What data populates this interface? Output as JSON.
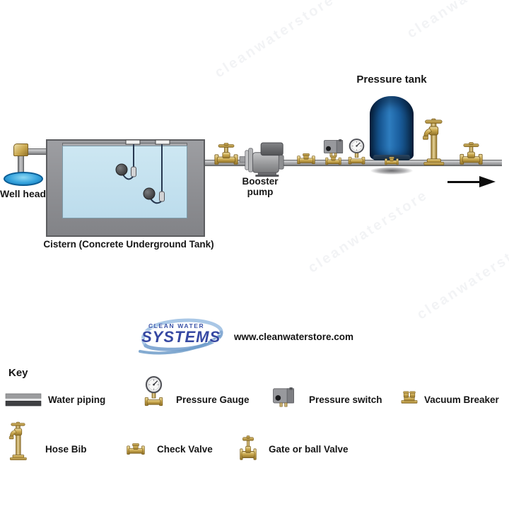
{
  "watermark": {
    "text": "cleanwaterstore"
  },
  "diagram": {
    "pressure_tank_label": "Pressure tank",
    "well_head_label": "Well head",
    "booster_pump_label": "Booster pump",
    "cistern_label": "Cistern (Concrete Underground Tank)"
  },
  "branding": {
    "logo_top": "CLEAN WATER",
    "logo_main": "SYSTEMS",
    "website": "www.cleanwaterstore.com"
  },
  "key": {
    "title": "Key",
    "row1": [
      {
        "icon": "water-piping-icon",
        "label": "Water piping"
      },
      {
        "icon": "pressure-gauge-icon",
        "label": "Pressure Gauge"
      },
      {
        "icon": "pressure-switch-icon",
        "label": "Pressure switch"
      },
      {
        "icon": "vacuum-breaker-icon",
        "label": "Vacuum Breaker"
      }
    ],
    "row2": [
      {
        "icon": "hose-bib-icon",
        "label": "Hose Bib"
      },
      {
        "icon": "check-valve-icon",
        "label": "Check Valve"
      },
      {
        "icon": "gate-ball-valve-icon",
        "label": "Gate or ball Valve"
      }
    ]
  },
  "colors": {
    "brass": "#c9a74f",
    "tank_blue": "#1a5e9e",
    "water_blue": "#bcdcec",
    "concrete_gray": "#8c8d91",
    "logo_blue": "#3648a2",
    "puddle_blue": "#35a3dd"
  }
}
